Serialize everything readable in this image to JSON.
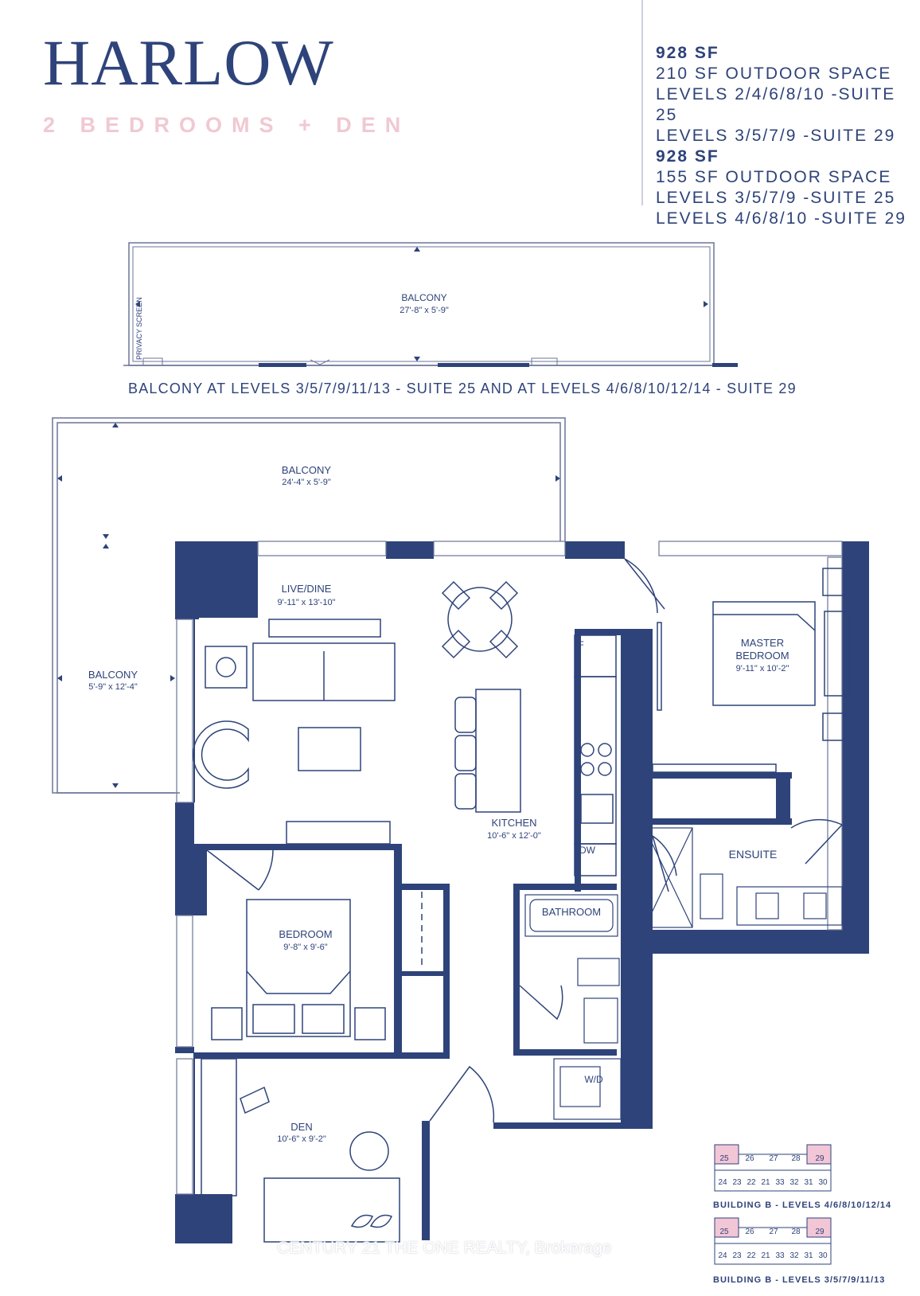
{
  "header": {
    "title": "HARLOW",
    "subtitle": "2 BEDROOMS + DEN"
  },
  "specs": [
    {
      "text": "928 SF",
      "bold": true
    },
    {
      "text": "210 SF OUTDOOR SPACE",
      "bold": false
    },
    {
      "text": "LEVELS 2/4/6/8/10 -SUITE 25",
      "bold": false
    },
    {
      "text": "LEVELS 3/5/7/9 -SUITE 29",
      "bold": false
    },
    {
      "text": "928 SF",
      "bold": true
    },
    {
      "text": "155 SF OUTDOOR SPACE",
      "bold": false
    },
    {
      "text": "LEVELS 3/5/7/9 -SUITE 25",
      "bold": false
    },
    {
      "text": "LEVELS 4/6/8/10 -SUITE 29",
      "bold": false
    }
  ],
  "upper_balcony": {
    "name": "BALCONY",
    "dims": "27'-8\" x 5'-9\"",
    "screen_label": "PRIVACY SCREEN",
    "caption": "BALCONY AT LEVELS 3/5/7/9/11/13 - SUITE 25 AND AT LEVELS 4/6/8/10/12/14 - SUITE 29"
  },
  "rooms": {
    "balcony_top": {
      "name": "BALCONY",
      "dims": "24'-4\" x 5'-9\""
    },
    "balcony_side": {
      "name": "BALCONY",
      "dims": "5'-9\" x 12'-4\""
    },
    "live_dine": {
      "name": "LIVE/DINE",
      "dims": "9'-11\" x 13'-10\""
    },
    "master": {
      "name1": "MASTER",
      "name2": "BEDROOM",
      "dims": "9'-11\" x 10'-2\""
    },
    "kitchen": {
      "name": "KITCHEN",
      "dims": "10'-6\" x 12'-0\""
    },
    "ensuite": {
      "name": "ENSUITE"
    },
    "bathroom": {
      "name": "BATHROOM"
    },
    "bedroom": {
      "name": "BEDROOM",
      "dims": "9'-8\" x 9'-6\""
    },
    "den": {
      "name": "DEN",
      "dims": "10'-6\" x 9'-2\""
    },
    "fridge": {
      "name": "F"
    },
    "dishwasher": {
      "name": "DW"
    },
    "laundry": {
      "name": "W/D"
    }
  },
  "keyplans": [
    {
      "label": "BUILDING B - LEVELS 4/6/8/10/12/14",
      "top": [
        "25",
        "26",
        "27",
        "28",
        "29"
      ],
      "bottom": [
        "24",
        "23",
        "22",
        "21",
        "33",
        "32",
        "31",
        "30"
      ],
      "highlight": [
        "25",
        "29"
      ]
    },
    {
      "label": "BUILDING B - LEVELS 3/5/7/9/11/13",
      "top": [
        "25",
        "26",
        "27",
        "28",
        "29"
      ],
      "bottom": [
        "24",
        "23",
        "22",
        "21",
        "33",
        "32",
        "31",
        "30"
      ],
      "highlight": [
        "25",
        "29"
      ]
    }
  ],
  "watermark": "CENTURY 21 THE ONE REALTY, Brokerage",
  "colors": {
    "wall": "#2e437a",
    "accent": "#f0c9d2",
    "line": "#6b7597"
  }
}
